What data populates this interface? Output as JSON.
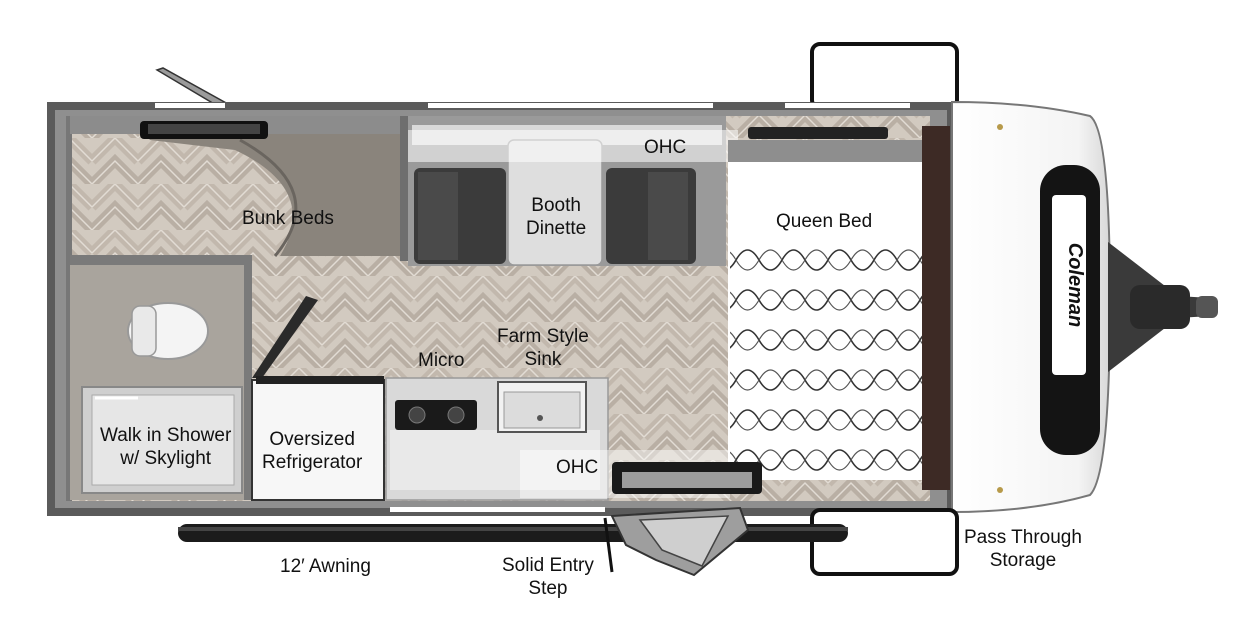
{
  "brand": "Coleman",
  "colors": {
    "shell": "#5b5b5b",
    "floor": "#cfc6bb",
    "floor_dark": "#b7ada2",
    "cushion": "#3a3a3a",
    "counter": "#e4e4e4",
    "bed": "#ffffff",
    "front_cap": "#fafafa",
    "logo_bg": "#141414"
  },
  "labels": {
    "bunk_beds": "Bunk Beds",
    "booth_dinette": [
      "Booth",
      "Dinette"
    ],
    "ohc_top": "OHC",
    "queen_bed": "Queen Bed",
    "micro": "Micro",
    "farm_sink": [
      "Farm Style",
      "Sink"
    ],
    "walk_in_shower": [
      "Walk in Shower",
      "w/ Skylight"
    ],
    "refrigerator": [
      "Oversized",
      "Refrigerator"
    ],
    "ohc_bottom": "OHC",
    "awning": "12′ Awning",
    "entry_step": [
      "Solid Entry",
      "Step"
    ],
    "pass_through": [
      "Pass Through",
      "Storage"
    ]
  }
}
